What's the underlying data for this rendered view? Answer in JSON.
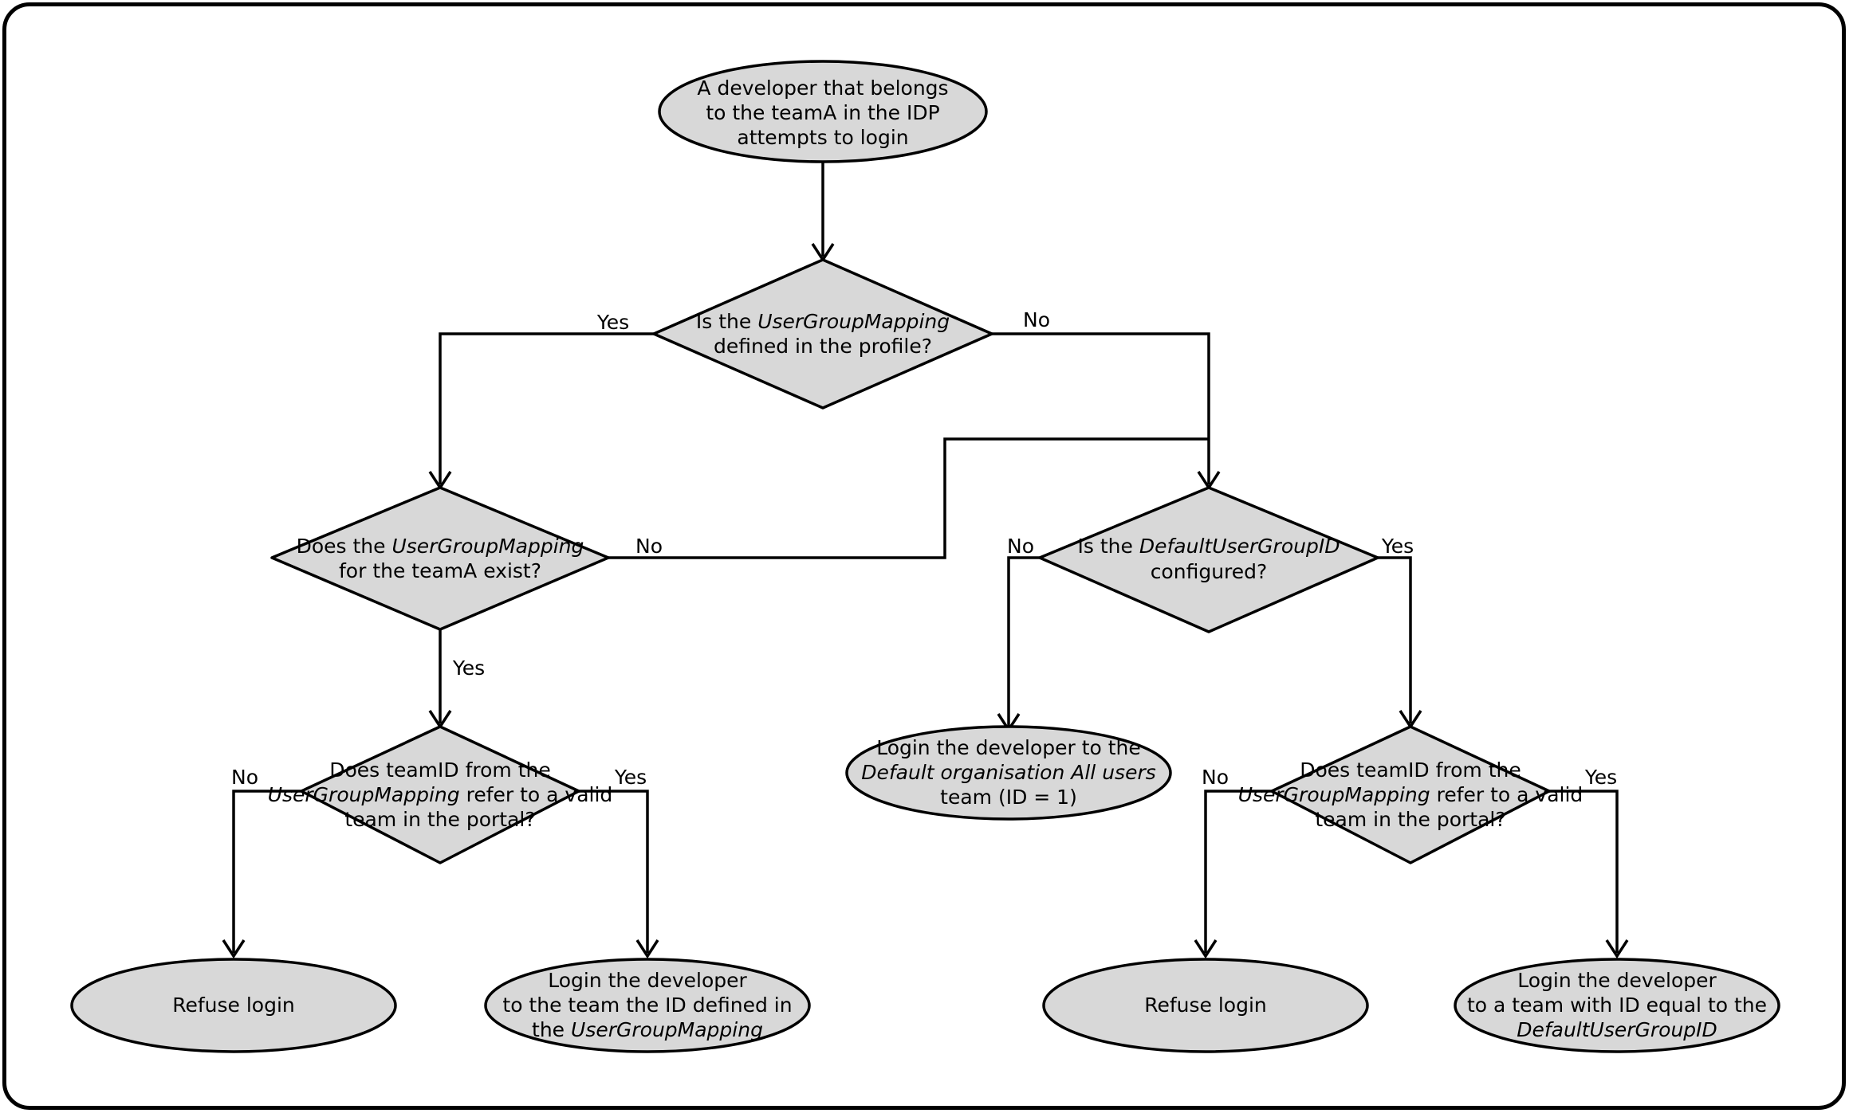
{
  "diagram": {
    "title": "Developer team login resolution flow",
    "colors": {
      "node_fill": "#d8d8d8",
      "node_stroke": "#000000",
      "background": "#ffffff",
      "frame_stroke": "#000000"
    },
    "nodes": {
      "start": {
        "id": "start",
        "shape": "ellipse",
        "lines": [
          [
            {
              "t": "A developer that belongs",
              "i": false
            }
          ],
          [
            {
              "t": "to the teamA in the IDP",
              "i": false
            }
          ],
          [
            {
              "t": "attempts to login",
              "i": false
            }
          ]
        ],
        "plain": "A developer that belongs to the teamA in the IDP attempts to login"
      },
      "d1": {
        "id": "d1",
        "shape": "diamond",
        "lines": [
          [
            {
              "t": "Is the ",
              "i": false
            },
            {
              "t": "UserGroupMapping",
              "i": true
            }
          ],
          [
            {
              "t": "defined in the profile?",
              "i": false
            }
          ]
        ],
        "plain": "Is the UserGroupMapping defined in the profile?"
      },
      "d2": {
        "id": "d2",
        "shape": "diamond",
        "lines": [
          [
            {
              "t": "Does the ",
              "i": false
            },
            {
              "t": "UserGroupMapping",
              "i": true
            }
          ],
          [
            {
              "t": "for the teamA exist?",
              "i": false
            }
          ]
        ],
        "plain": "Does the UserGroupMapping for the teamA exist?"
      },
      "d3": {
        "id": "d3",
        "shape": "diamond",
        "lines": [
          [
            {
              "t": "Is the ",
              "i": false
            },
            {
              "t": "DefaultUserGroupID",
              "i": true
            }
          ],
          [
            {
              "t": "configured?",
              "i": false
            }
          ]
        ],
        "plain": "Is the DefaultUserGroupID configured?"
      },
      "d4": {
        "id": "d4",
        "shape": "diamond",
        "lines": [
          [
            {
              "t": "Does teamID from the",
              "i": false
            }
          ],
          [
            {
              "t": "UserGroupMapping",
              "i": true
            },
            {
              "t": " refer to a valid",
              "i": false
            }
          ],
          [
            {
              "t": "team in the portal?",
              "i": false
            }
          ]
        ],
        "plain": "Does teamID from the UserGroupMapping refer to a valid team in the portal?"
      },
      "d5": {
        "id": "d5",
        "shape": "diamond",
        "lines": [
          [
            {
              "t": "Does teamID from the",
              "i": false
            }
          ],
          [
            {
              "t": "UserGroupMapping",
              "i": true
            },
            {
              "t": " refer to a valid",
              "i": false
            }
          ],
          [
            {
              "t": "team in the portal?",
              "i": false
            }
          ]
        ],
        "plain": "Does teamID from the UserGroupMapping refer to a valid team in the portal?"
      },
      "e_default_org": {
        "id": "e_default_org",
        "shape": "ellipse",
        "lines": [
          [
            {
              "t": "Login the developer to the",
              "i": false
            }
          ],
          [
            {
              "t": "Default organisation All users",
              "i": true
            }
          ],
          [
            {
              "t": "team (ID = 1)",
              "i": false
            }
          ]
        ],
        "plain": "Login the developer to the Default organisation All users team (ID = 1)"
      },
      "e_refuse_left": {
        "id": "e_refuse_left",
        "shape": "ellipse",
        "lines": [
          [
            {
              "t": "Refuse login",
              "i": false
            }
          ]
        ],
        "plain": "Refuse login"
      },
      "e_login_ugm": {
        "id": "e_login_ugm",
        "shape": "ellipse",
        "lines": [
          [
            {
              "t": "Login the developer",
              "i": false
            }
          ],
          [
            {
              "t": "to the team the ID defined in",
              "i": false
            }
          ],
          [
            {
              "t": "the ",
              "i": false
            },
            {
              "t": "UserGroupMapping",
              "i": true
            }
          ]
        ],
        "plain": "Login the developer to the team the ID defined in the UserGroupMapping"
      },
      "e_refuse_right": {
        "id": "e_refuse_right",
        "shape": "ellipse",
        "lines": [
          [
            {
              "t": "Refuse login",
              "i": false
            }
          ]
        ],
        "plain": "Refuse login"
      },
      "e_login_default": {
        "id": "e_login_default",
        "shape": "ellipse",
        "lines": [
          [
            {
              "t": "Login the developer",
              "i": false
            }
          ],
          [
            {
              "t": "to a team with ID equal to the",
              "i": false
            }
          ],
          [
            {
              "t": "DefaultUserGroupID",
              "i": true
            }
          ]
        ],
        "plain": "Login the developer to a team with ID equal to the DefaultUserGroupID"
      }
    },
    "edge_labels": {
      "d1_yes": "Yes",
      "d1_no": "No",
      "d2_no": "No",
      "d2_yes": "Yes",
      "d3_no": "No",
      "d3_yes": "Yes",
      "d4_no": "No",
      "d4_yes": "Yes",
      "d5_no": "No",
      "d5_yes": "Yes"
    },
    "edges": [
      {
        "from": "start",
        "to": "d1",
        "label": ""
      },
      {
        "from": "d1",
        "to": "d2",
        "label": "Yes"
      },
      {
        "from": "d1",
        "to": "d3",
        "label": "No"
      },
      {
        "from": "d2",
        "to": "d3",
        "label": "No"
      },
      {
        "from": "d2",
        "to": "d4",
        "label": "Yes"
      },
      {
        "from": "d3",
        "to": "e_default_org",
        "label": "No"
      },
      {
        "from": "d3",
        "to": "d5",
        "label": "Yes"
      },
      {
        "from": "d4",
        "to": "e_refuse_left",
        "label": "No"
      },
      {
        "from": "d4",
        "to": "e_login_ugm",
        "label": "Yes"
      },
      {
        "from": "d5",
        "to": "e_refuse_right",
        "label": "No"
      },
      {
        "from": "d5",
        "to": "e_login_default",
        "label": "Yes"
      }
    ]
  }
}
